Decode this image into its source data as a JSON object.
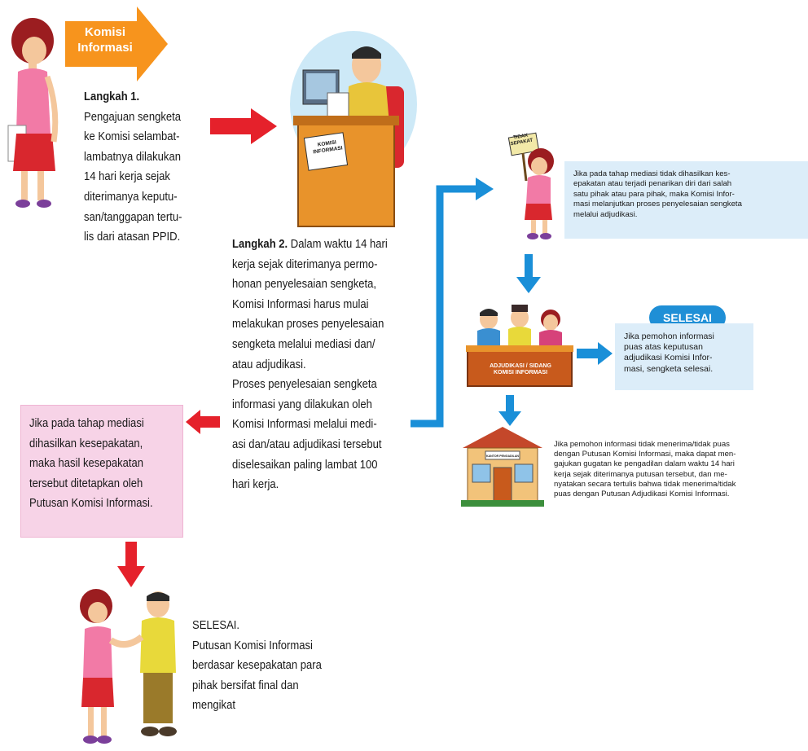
{
  "arrow_label": [
    "Komisi",
    "Informasi"
  ],
  "step1": {
    "title": "Langkah 1.",
    "lines": [
      "Pengajuan sengketa",
      "ke Komisi selambat-",
      "lambatnya dilakukan",
      "14 hari kerja sejak",
      "diterimanya keputu-",
      "san/tanggapan tertu-",
      "lis dari atasan PPID."
    ]
  },
  "step2": {
    "title": "Langkah 2.",
    "lines": [
      "Dalam waktu 14 hari",
      "kerja sejak diterimanya permo-",
      "honan penyelesaian sengketa,",
      "Komisi Informasi harus mulai",
      "melakukan proses penyelesaian",
      "sengketa melalui mediasi dan/",
      "atau adjudikasi.",
      "Proses penyelesaian sengketa",
      "informasi yang dilakukan oleh",
      "Komisi Informasi melalui medi-",
      "asi dan/atau adjudikasi tersebut",
      "diselesaikan paling lambat 100",
      "hari kerja."
    ]
  },
  "desk_label": [
    "KOMISI",
    "INFORMASI"
  ],
  "sign_label": [
    "TIDAK",
    "SEPAKAT"
  ],
  "mediation_fail": [
    "Jika pada tahap mediasi tidak dihasilkan kes-",
    "epakatan atau terjadi penarikan diri dari salah",
    "satu pihak atau para pihak, maka Komisi Infor-",
    "masi melanjutkan proses penyelesaian sengketa",
    "melalui adjudikasi."
  ],
  "adjudication_label": [
    "ADJUDIKASI / SIDANG",
    "KOMISI INFORMASI"
  ],
  "selesai_badge": "SELESAI",
  "satisfied": [
    "Jika pemohon informasi",
    "puas atas keputusan",
    "adjudikasi Komisi Infor-",
    "masi, sengketa selesai."
  ],
  "court_label": "KANTOR PENGADILAN",
  "not_satisfied": [
    "Jika pemohon informasi tidak menerima/tidak puas",
    "dengan Putusan Komisi Informasi, maka dapat men-",
    "gajukan gugatan ke pengadilan dalam waktu 14 hari",
    "kerja sejak diterimanya putusan tersebut, dan me-",
    "nyatakan secara tertulis bahwa tidak menerima/tidak",
    "puas dengan Putusan Adjudikasi Komisi Informasi."
  ],
  "mediation_success": [
    "Jika pada tahap mediasi",
    "dihasilkan kesepakatan,",
    "maka hasil kesepakatan",
    "tersebut ditetapkan oleh",
    "Putusan Komisi Informasi."
  ],
  "final": {
    "title": "SELESAI.",
    "lines": [
      "Putusan Komisi Informasi",
      "berdasar kesepakatan para",
      "pihak bersifat final dan",
      "mengikat"
    ]
  },
  "colors": {
    "red_arrow": "#e5212b",
    "blue_arrow": "#1a8fd8",
    "orange_arrow": "#f7941d",
    "pink_box": "#f7d3e7",
    "blue_box": "#dcedf9"
  }
}
